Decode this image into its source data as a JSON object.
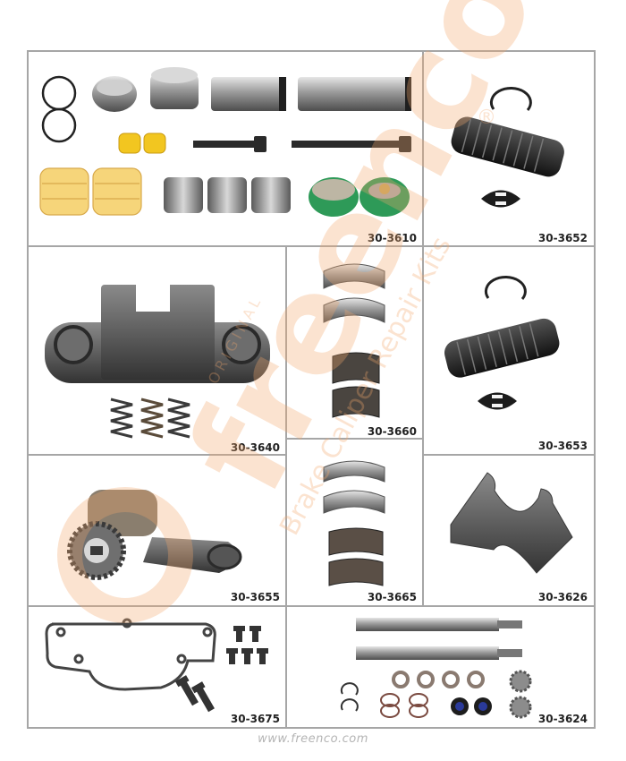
{
  "colors": {
    "border": "#a6a6a6",
    "watermark": "#f3a76d",
    "metal": "#8c8c8c",
    "rubber": "#2c2c2c",
    "yellow": "#f2d56b",
    "green": "#2b8a4f"
  },
  "watermark": {
    "brand": "freenco",
    "tagline": "Brake Caliper Repair Kits",
    "original": "ORIGINAL",
    "registered": "®"
  },
  "kits": [
    {
      "code": "30-3610"
    },
    {
      "code": "30-3652"
    },
    {
      "code": "30-3640"
    },
    {
      "code": "30-3660"
    },
    {
      "code": "30-3653"
    },
    {
      "code": "30-3655"
    },
    {
      "code": "30-3665"
    },
    {
      "code": "30-3626"
    },
    {
      "code": "30-3675"
    },
    {
      "code": "30-3624"
    }
  ],
  "footer": {
    "url": "www.freenco.com"
  }
}
